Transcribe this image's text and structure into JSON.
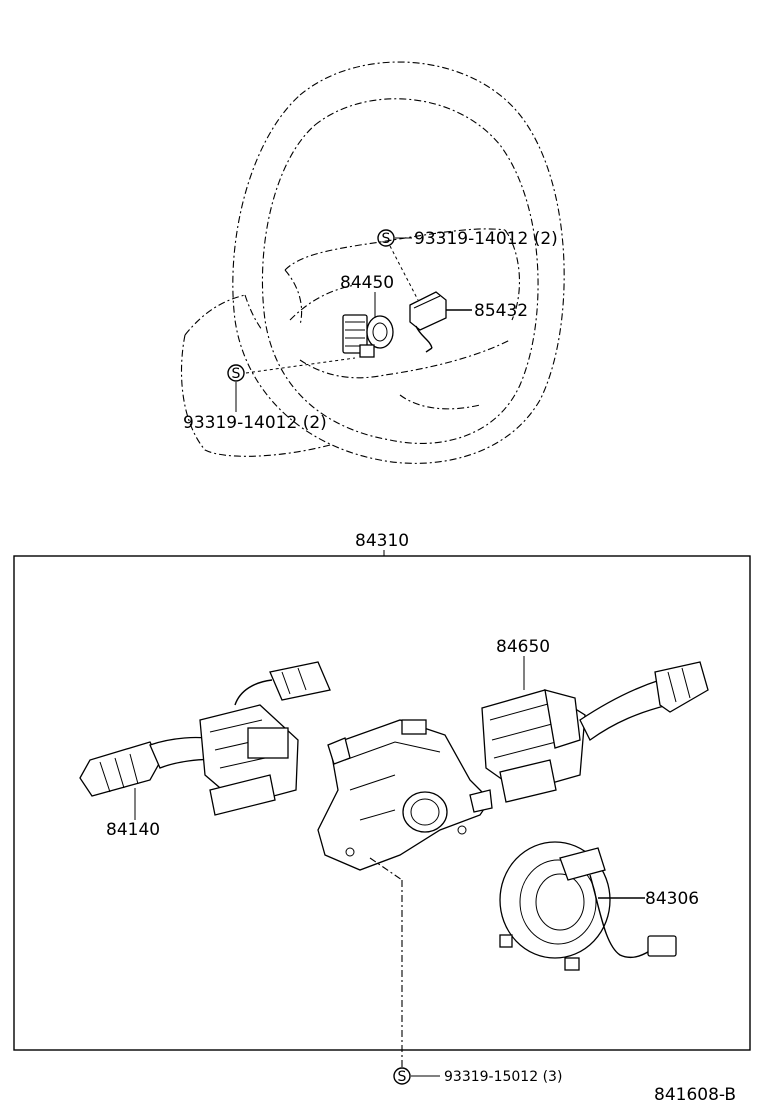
{
  "labels": {
    "bolt_top": "93319-14012 (2)",
    "switch_assy": "84450",
    "bracket": "85432",
    "bolt_left": "93319-14012 (2)",
    "combination_switch": "84310",
    "wiper_switch": "84650",
    "light_switch": "84140",
    "spiral_cable": "84306",
    "bolt_bottom": "93319-15012 (3)",
    "figure_code": "841608-B"
  },
  "symbols": {
    "standard_part": "S"
  }
}
